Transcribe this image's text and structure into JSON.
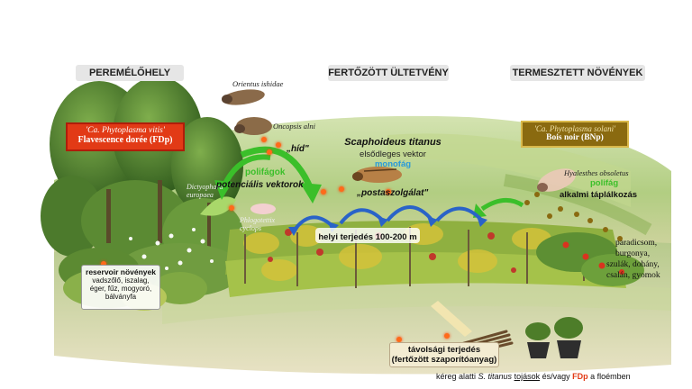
{
  "headers": {
    "left": "PEREMÉLŐHELY",
    "center": "FERTŐZÖTT ÜLTETVÉNY",
    "right": "TERMESZTETT NÖVÉNYEK"
  },
  "fdp_box": {
    "line1": "'Ca. Phytoplasma vitis'",
    "line2": "Flavescence dorée (FDp)"
  },
  "bnp_box": {
    "line1": "'Ca. Phytoplasma solani'",
    "line2": "Bois noir (BNp)"
  },
  "insects": {
    "orientus": "Orientus ishidae",
    "oncopsis": "Oncopsis alni",
    "dictyophara": "Dictyophara europaea",
    "phlogotettix": "Phlogotettix cyclops",
    "hyalesthes": "Hyalesthes obsoletus"
  },
  "bridge_label": "„híd\"",
  "polyphagous": {
    "word": "polifágok",
    "line2": "potenciális vektorok"
  },
  "scaphoideus": {
    "name": "Scaphoideus titanus",
    "role": "elsődleges vektor",
    "diet": "monofág",
    "courier": "„postaszolgálat\""
  },
  "hyalesthes_diet": {
    "word": "polifág",
    "line2": "alkalmi táplálkozás"
  },
  "local_spread": "helyi terjedés 100-200 m",
  "crops": [
    "paradicsom,",
    "burgonya,",
    "szulák, dohány,",
    "csalán, gyomok"
  ],
  "reservoir": {
    "title": "reservoir növények",
    "lines": [
      "vadszőlő, iszalag,",
      "éger, fűz, mogyoró,",
      "bálványfa"
    ]
  },
  "long_spread": {
    "line1": "távolsági terjedés",
    "line2": "(fertőzött szaporítóanyag)"
  },
  "footer": {
    "part1": "kéreg alatti ",
    "species": "S. titanus",
    "eggs": "tojások",
    "part2": " és/vagy ",
    "fdp": "FDp",
    "part3": " a floémben"
  },
  "colors": {
    "green_arrow": "#3bbf2a",
    "blue_arrow": "#2a63c8",
    "fdp_box_bg": "#e23a16",
    "bnp_box_bg": "#8a6a10",
    "orange_dot": "#ff6a1a"
  }
}
